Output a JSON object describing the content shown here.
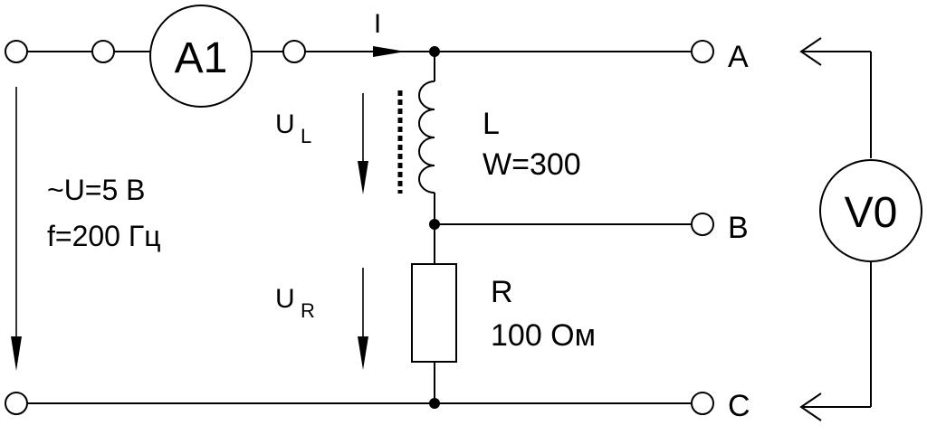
{
  "source": {
    "voltage": "~U=5 В",
    "frequency": "f=200 Гц"
  },
  "ammeter": {
    "label": "A1"
  },
  "voltmeter": {
    "label": "V0"
  },
  "current": {
    "label": "I"
  },
  "inductor": {
    "name": "L",
    "turns": "W=300",
    "voltage_symbol": "U",
    "voltage_subscript": "L"
  },
  "resistor": {
    "name": "R",
    "value": "100 Ом",
    "voltage_symbol": "U",
    "voltage_subscript": "R"
  },
  "terminals": {
    "a": "A",
    "b": "B",
    "c": "C"
  }
}
